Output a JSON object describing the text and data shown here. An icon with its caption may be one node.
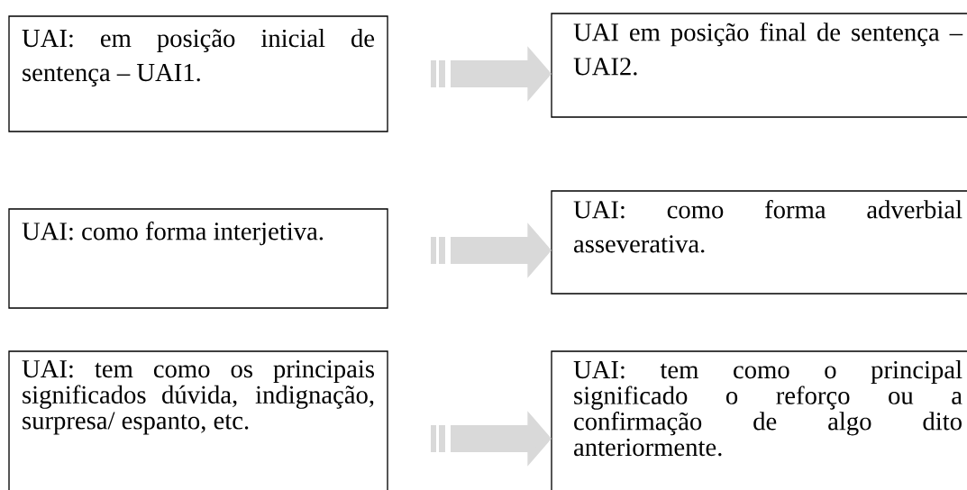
{
  "diagram": {
    "nodes": [
      {
        "text": [
          "UAI: em posição inicial de sentença – UAI1."
        ]
      },
      {
        "text": [
          "UAI em posição final de sentença – UAI2."
        ]
      },
      {
        "text": [
          "UAI: como forma interjetiva."
        ]
      },
      {
        "text": [
          "UAI: como forma adverbial asseverativa."
        ]
      },
      {
        "text": [
          "UAI: tem como os principais significados dúvida, indignação, surpresa/ espanto, etc."
        ]
      },
      {
        "text": [
          "UAI: tem como o principal significado o reforço ou a confirmação de algo dito anteriormente."
        ]
      }
    ],
    "edges": [
      {
        "from": 0,
        "to": 1,
        "arrow": "to"
      },
      {
        "from": 2,
        "to": 3,
        "arrow": "to"
      },
      {
        "from": 4,
        "to": 5,
        "arrow": "to"
      }
    ]
  }
}
